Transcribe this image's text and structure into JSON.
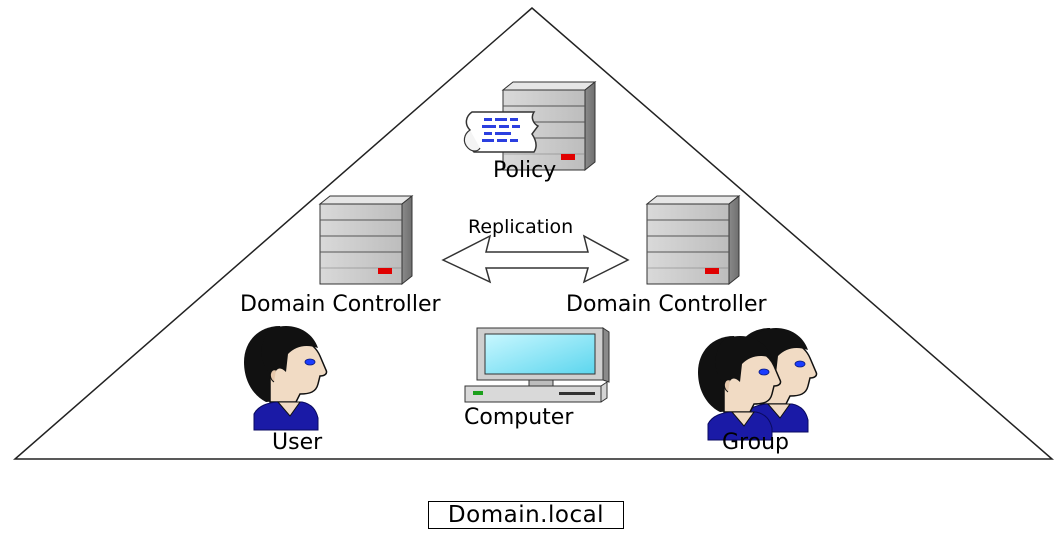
{
  "diagram": {
    "labels": {
      "policy": "Policy",
      "replication": "Replication",
      "dc_left": "Domain Controller",
      "dc_right": "Domain Controller",
      "computer": "Computer",
      "user": "User",
      "group": "Group",
      "domain": "Domain.local"
    },
    "icons": {
      "policy": "policy-server-icon",
      "dc_left": "server-icon",
      "dc_right": "server-icon",
      "replication": "double-arrow-icon",
      "computer": "computer-icon",
      "user": "user-icon",
      "group": "group-icon"
    },
    "colors": {
      "server_body": "#c8c8c8",
      "server_led": "#e00000",
      "monitor_screen": "#8ee8f5",
      "user_shirt": "#1a1aa6",
      "eye": "#1a3cff"
    }
  }
}
